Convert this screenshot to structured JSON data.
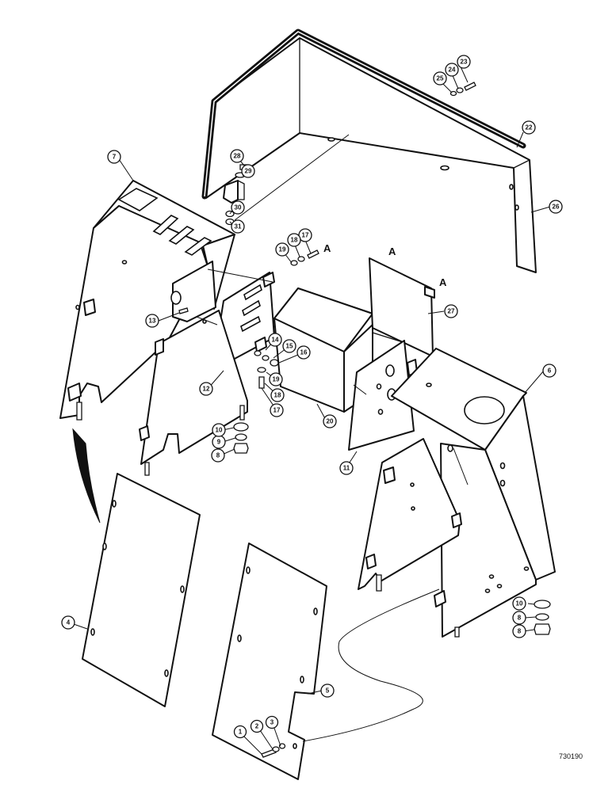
{
  "callouts": [
    {
      "id": "c1",
      "label": "1"
    },
    {
      "id": "c2",
      "label": "2"
    },
    {
      "id": "c3",
      "label": "3"
    },
    {
      "id": "c4",
      "label": "4"
    },
    {
      "id": "c5",
      "label": "5"
    },
    {
      "id": "c6",
      "label": "6"
    },
    {
      "id": "c7",
      "label": "7"
    },
    {
      "id": "c8a",
      "label": "8"
    },
    {
      "id": "c8b",
      "label": "8"
    },
    {
      "id": "c8c",
      "label": "8"
    },
    {
      "id": "c9a",
      "label": "9"
    },
    {
      "id": "c10a",
      "label": "10"
    },
    {
      "id": "c10b",
      "label": "10"
    },
    {
      "id": "c11",
      "label": "11"
    },
    {
      "id": "c12",
      "label": "12"
    },
    {
      "id": "c13",
      "label": "13"
    },
    {
      "id": "c14",
      "label": "14"
    },
    {
      "id": "c15",
      "label": "15"
    },
    {
      "id": "c16",
      "label": "16"
    },
    {
      "id": "c17a",
      "label": "17"
    },
    {
      "id": "c17b",
      "label": "17"
    },
    {
      "id": "c18a",
      "label": "18"
    },
    {
      "id": "c18b",
      "label": "18"
    },
    {
      "id": "c19a",
      "label": "19"
    },
    {
      "id": "c19b",
      "label": "19"
    },
    {
      "id": "c20",
      "label": "20"
    },
    {
      "id": "c22",
      "label": "22"
    },
    {
      "id": "c23",
      "label": "23"
    },
    {
      "id": "c24",
      "label": "24"
    },
    {
      "id": "c25",
      "label": "25"
    },
    {
      "id": "c26",
      "label": "26"
    },
    {
      "id": "c27",
      "label": "27"
    },
    {
      "id": "c28",
      "label": "28"
    },
    {
      "id": "c29",
      "label": "29"
    },
    {
      "id": "c30",
      "label": "30"
    },
    {
      "id": "c31",
      "label": "31"
    }
  ],
  "letters": {
    "a1": "A",
    "a2": "A",
    "a3": "A"
  },
  "drawing_number": "730190"
}
